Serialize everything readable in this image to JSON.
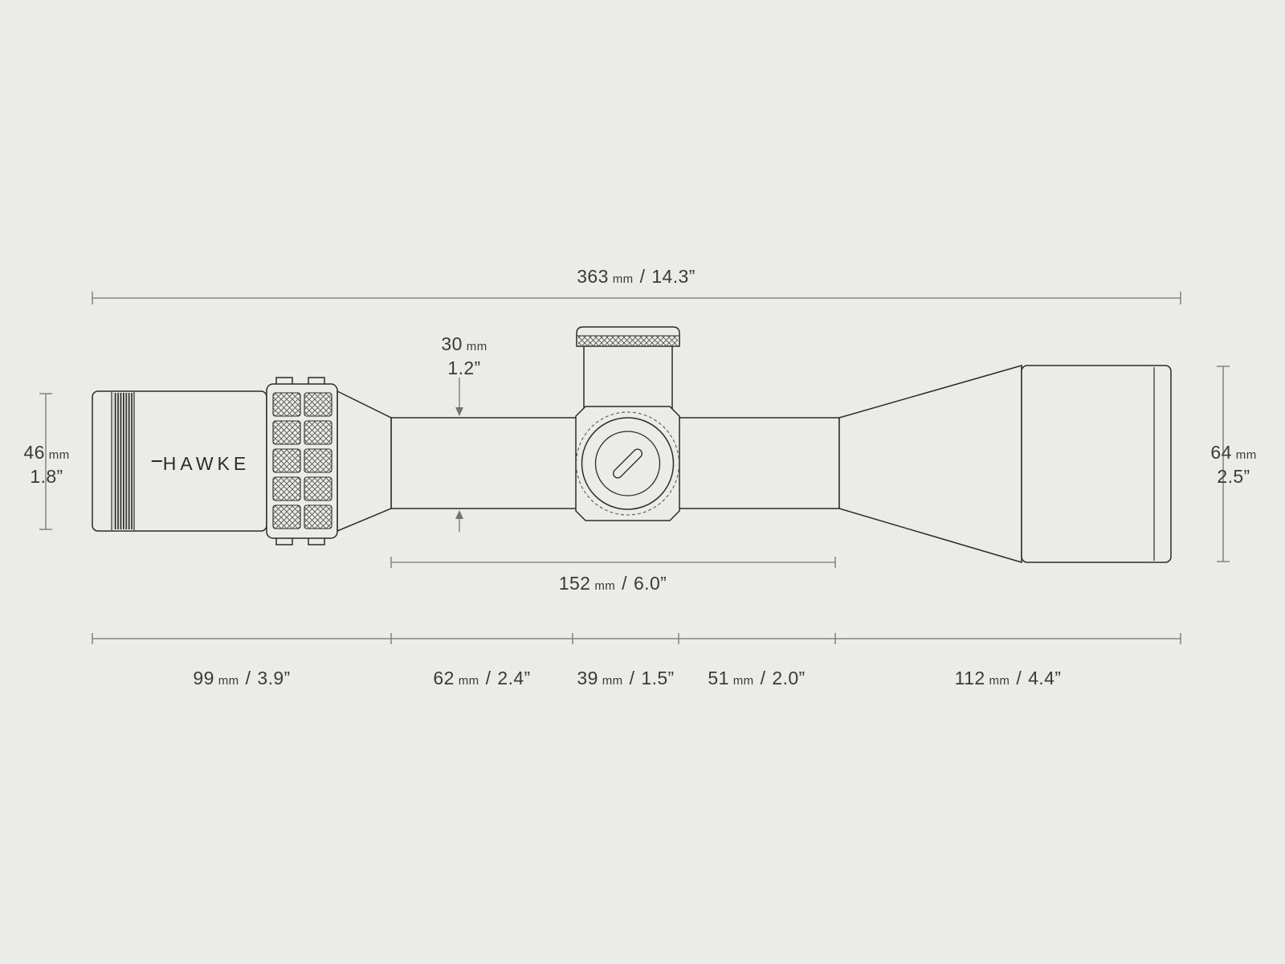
{
  "brand": "HAWKE",
  "units": {
    "mm": "mm",
    "separator": "/"
  },
  "dimensions": {
    "overall_length": {
      "mm": "363",
      "in": "14.3”"
    },
    "eyepiece_diameter": {
      "mm": "46",
      "in": "1.8”"
    },
    "objective_diameter": {
      "mm": "64",
      "in": "2.5”"
    },
    "tube_diameter": {
      "mm": "30",
      "in": "1.2”"
    },
    "tube_length": {
      "mm": "152",
      "in": "6.0”"
    },
    "segments": [
      {
        "mm": "99",
        "in": "3.9”"
      },
      {
        "mm": "62",
        "in": "2.4”"
      },
      {
        "mm": "39",
        "in": "1.5”"
      },
      {
        "mm": "51",
        "in": "2.0”"
      },
      {
        "mm": "112",
        "in": "4.4”"
      }
    ]
  },
  "colors": {
    "background": "#ebece9",
    "outline": "#2b2b2b",
    "dimension_line": "#737373",
    "text": "#3a3a3a"
  }
}
